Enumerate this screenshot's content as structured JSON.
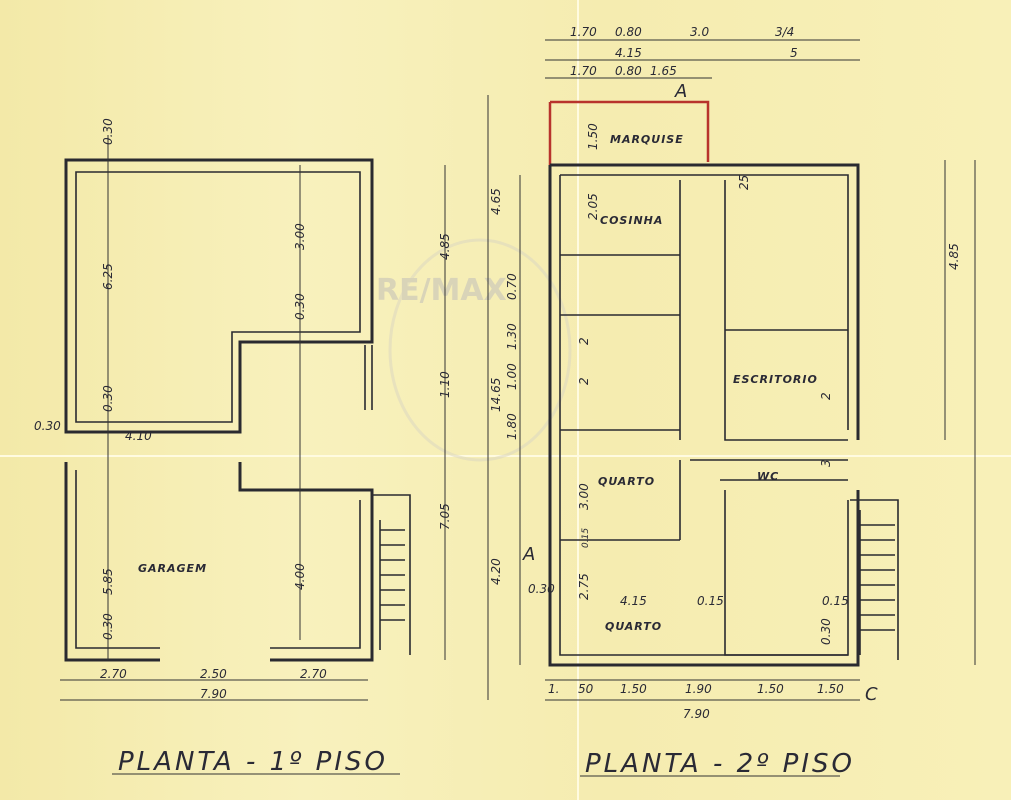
{
  "watermark": "RE/MAX",
  "plan1": {
    "title": "PLANTA - 1º PISO",
    "rooms": {
      "garage": "GARAGEM"
    },
    "dims": {
      "top_wall": "0.30",
      "left_upper": "6.25",
      "mid_upper": "3.00",
      "right_upper": "4.85",
      "mid_wall": "0.30",
      "left_wall": "0.30",
      "left_edge": "0.30",
      "width_410": "4.10",
      "mid_110": "1.10",
      "left_lower": "5.85",
      "mid_lower": "4.00",
      "right_lower": "7.05",
      "bottom_wall": "0.30",
      "b1": "2.70",
      "b2": "2.50",
      "b3": "2.70",
      "total": "7.90"
    }
  },
  "plan2": {
    "title": "PLANTA - 2º PISO",
    "section_a": "A",
    "section_c": "C",
    "rooms": {
      "marquise": "MARQUISE",
      "kitchen": "COSINHA",
      "office": "ESCRITORIO",
      "bedroom1": "QUARTO",
      "bedroom2": "QUARTO",
      "wc": "WC"
    },
    "top_dims": {
      "r1": [
        "1.70",
        "0.80",
        "3.0",
        "3/4"
      ],
      "r2": [
        "4.15",
        "5"
      ],
      "r3": [
        "1.70",
        "0.80",
        "1.65"
      ]
    },
    "left_dims": {
      "total": "14.65",
      "upper": "4.65",
      "lower": "4.20",
      "d150": "1.50",
      "d205": "2.05",
      "d130": "1.30",
      "d100": "1.00",
      "d180": "1.80",
      "d300": "3.00",
      "d275": "2.75",
      "d030": "0.30",
      "d070": "0.70",
      "d015": "0.15",
      "d2a": "2",
      "d2b": "2"
    },
    "right_dims": {
      "upper": "4.85",
      "e2": "2",
      "e3": "3"
    },
    "inner_dims": {
      "w415": "4.15",
      "w015": "0.15",
      "r015": "0.15",
      "r030": "0.30",
      "d25": "25"
    },
    "bottom_dims": {
      "segments": [
        "1.",
        "50",
        "1.50",
        "1.90",
        "1.50",
        "1.50"
      ],
      "total": "7.90"
    }
  }
}
